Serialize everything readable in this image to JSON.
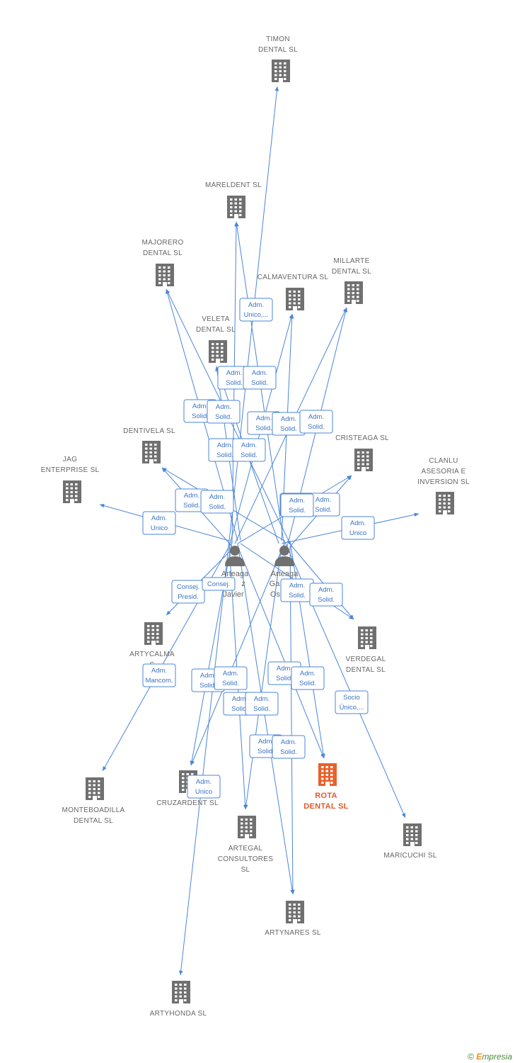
{
  "footer": {
    "copyright": "©",
    "brand_initial": "E",
    "brand_rest": "mpresia"
  },
  "colors": {
    "edge": "#4a86d8",
    "building": "#707070",
    "main_building": "#e8602c"
  },
  "persons": [
    {
      "id": "p1",
      "label_lines": [
        "Arteaga",
        "z",
        "Javier"
      ]
    },
    {
      "id": "p2",
      "label_lines": [
        "Arteaga",
        "Ga",
        "Os"
      ]
    }
  ],
  "companies": [
    {
      "id": "timon",
      "label_lines": [
        "TIMON",
        "DENTAL SL"
      ]
    },
    {
      "id": "mareldent",
      "label_lines": [
        "MARELDENT SL"
      ]
    },
    {
      "id": "majorero",
      "label_lines": [
        "MAJORERO",
        "DENTAL SL"
      ]
    },
    {
      "id": "calmaventura",
      "label_lines": [
        "CALMAVENTURA SL"
      ]
    },
    {
      "id": "millarte",
      "label_lines": [
        "MILLARTE",
        "DENTAL SL"
      ]
    },
    {
      "id": "veleta",
      "label_lines": [
        "VELETA",
        "DENTAL SL"
      ]
    },
    {
      "id": "dentivela",
      "label_lines": [
        "DENTIVELA SL"
      ]
    },
    {
      "id": "cristeaga",
      "label_lines": [
        "CRISTEAGA SL"
      ]
    },
    {
      "id": "jag",
      "label_lines": [
        "JAG",
        "ENTERPRISE SL"
      ]
    },
    {
      "id": "clanlu",
      "label_lines": [
        "CLANLU",
        "ASESORIA E",
        "INVERSION SL"
      ]
    },
    {
      "id": "artycalma",
      "label_lines": [
        "ARTYCALMA",
        "S"
      ]
    },
    {
      "id": "verdegal",
      "label_lines": [
        "VERDEGAL",
        "DENTAL  SL"
      ]
    },
    {
      "id": "monteboadilla",
      "label_lines": [
        "MONTEBOADILLA",
        "DENTAL SL"
      ]
    },
    {
      "id": "cruzardent",
      "label_lines": [
        "CRUZARDENT SL"
      ]
    },
    {
      "id": "rota",
      "label_lines": [
        "ROTA",
        "DENTAL  SL"
      ],
      "main": true
    },
    {
      "id": "artegal",
      "label_lines": [
        "ARTEGAL",
        "CONSULTORES",
        "SL"
      ]
    },
    {
      "id": "maricuchi",
      "label_lines": [
        "MARICUCHI SL"
      ]
    },
    {
      "id": "artynares",
      "label_lines": [
        "ARTYNARES SL"
      ]
    },
    {
      "id": "artyhonda",
      "label_lines": [
        "ARTYHONDA SL"
      ]
    }
  ],
  "edges": [
    {
      "from": "p1",
      "to": "timon"
    },
    {
      "from": "p1",
      "to": "mareldent"
    },
    {
      "from": "p2",
      "to": "mareldent"
    },
    {
      "from": "p1",
      "to": "majorero"
    },
    {
      "from": "p2",
      "to": "majorero"
    },
    {
      "from": "p1",
      "to": "calmaventura"
    },
    {
      "from": "p2",
      "to": "calmaventura"
    },
    {
      "from": "p1",
      "to": "millarte"
    },
    {
      "from": "p2",
      "to": "millarte"
    },
    {
      "from": "p1",
      "to": "veleta"
    },
    {
      "from": "p2",
      "to": "veleta"
    },
    {
      "from": "p1",
      "to": "dentivela"
    },
    {
      "from": "p2",
      "to": "dentivela"
    },
    {
      "from": "p1",
      "to": "cristeaga"
    },
    {
      "from": "p2",
      "to": "cristeaga"
    },
    {
      "from": "p1",
      "to": "jag"
    },
    {
      "from": "p2",
      "to": "clanlu"
    },
    {
      "from": "p1",
      "to": "artycalma"
    },
    {
      "from": "p2",
      "to": "verdegal"
    },
    {
      "from": "p1",
      "to": "verdegal"
    },
    {
      "from": "p1",
      "to": "monteboadilla"
    },
    {
      "from": "p1",
      "to": "cruzardent"
    },
    {
      "from": "p2",
      "to": "cruzardent"
    },
    {
      "from": "p1",
      "to": "rota"
    },
    {
      "from": "p2",
      "to": "rota"
    },
    {
      "from": "p1",
      "to": "artegal"
    },
    {
      "from": "p2",
      "to": "artegal"
    },
    {
      "from": "p2",
      "to": "maricuchi"
    },
    {
      "from": "p1",
      "to": "artynares"
    },
    {
      "from": "p2",
      "to": "artynares"
    },
    {
      "from": "p1",
      "to": "artyhonda"
    }
  ],
  "badges": [
    {
      "id": "b1",
      "lines": [
        "Adm.",
        "Unico,..."
      ]
    },
    {
      "id": "b2",
      "lines": [
        "Adm.",
        "Solid."
      ]
    },
    {
      "id": "b3",
      "lines": [
        "Adm.",
        "Solid."
      ]
    },
    {
      "id": "b4",
      "lines": [
        "Adm.",
        "Solid."
      ]
    },
    {
      "id": "b5",
      "lines": [
        "Adm.",
        "Solid."
      ]
    },
    {
      "id": "b6",
      "lines": [
        "Adm.",
        "Solid."
      ]
    },
    {
      "id": "b7",
      "lines": [
        "Adm.",
        "Solid."
      ]
    },
    {
      "id": "b8",
      "lines": [
        "Adm.",
        "Solid."
      ]
    },
    {
      "id": "b9",
      "lines": [
        "Adm.",
        "Solid."
      ]
    },
    {
      "id": "b10",
      "lines": [
        "Adm.",
        "Solid."
      ]
    },
    {
      "id": "b11",
      "lines": [
        "Adm.",
        "Solid."
      ]
    },
    {
      "id": "b12",
      "lines": [
        "Adm.",
        "Solid."
      ]
    },
    {
      "id": "b13",
      "lines": [
        "Adm.",
        "Solid."
      ]
    },
    {
      "id": "b14",
      "lines": [
        "Adm.",
        "Solid."
      ]
    },
    {
      "id": "b15",
      "lines": [
        "Adm.",
        "Solid."
      ]
    },
    {
      "id": "b16",
      "lines": [
        "Adm.",
        "Unico"
      ]
    },
    {
      "id": "b17",
      "lines": [
        "Adm.",
        "Unico"
      ]
    },
    {
      "id": "b18",
      "lines": [
        "Consej.",
        "Presid."
      ]
    },
    {
      "id": "b19",
      "lines": [
        "Consej."
      ]
    },
    {
      "id": "b20",
      "lines": [
        "Adm.",
        "Solid."
      ]
    },
    {
      "id": "b21",
      "lines": [
        "Adm.",
        "Solid."
      ]
    },
    {
      "id": "b22",
      "lines": [
        "Adm.",
        "Mancom."
      ]
    },
    {
      "id": "b23",
      "lines": [
        "Adm.",
        "Solid."
      ]
    },
    {
      "id": "b24",
      "lines": [
        "Adm.",
        "Solid."
      ]
    },
    {
      "id": "b25",
      "lines": [
        "Adm.",
        "Solid."
      ]
    },
    {
      "id": "b26",
      "lines": [
        "Adm.",
        "Solid."
      ]
    },
    {
      "id": "b27",
      "lines": [
        "Adm.",
        "Solid."
      ]
    },
    {
      "id": "b28",
      "lines": [
        "Adm.",
        "Solid."
      ]
    },
    {
      "id": "b29",
      "lines": [
        "Socio",
        "Único,..."
      ]
    },
    {
      "id": "b30",
      "lines": [
        "Adm.",
        "Solid."
      ]
    },
    {
      "id": "b31",
      "lines": [
        "Adm.",
        "Solid."
      ]
    },
    {
      "id": "b32",
      "lines": [
        "Adm.",
        "Unico"
      ]
    }
  ]
}
